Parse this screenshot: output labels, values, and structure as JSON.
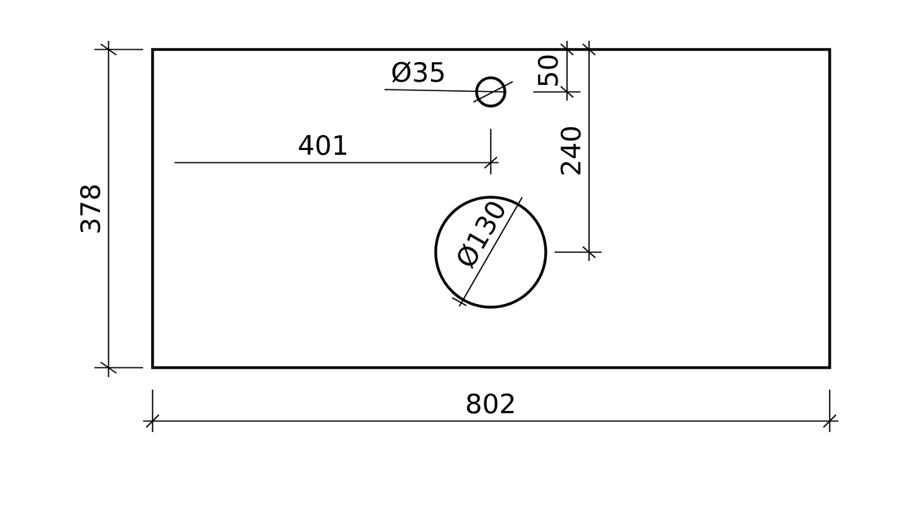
{
  "drawing": {
    "colors": {
      "line": "#000000",
      "background": "#ffffff"
    },
    "dimensions": {
      "overall_width": "802",
      "overall_height": "378",
      "faucet_hole_offset_x": "401",
      "faucet_hole_offset_top": "50",
      "drain_offset_from_faucet": "240",
      "faucet_hole_diameter": "Ø35",
      "drain_hole_diameter": "Ø130"
    }
  }
}
